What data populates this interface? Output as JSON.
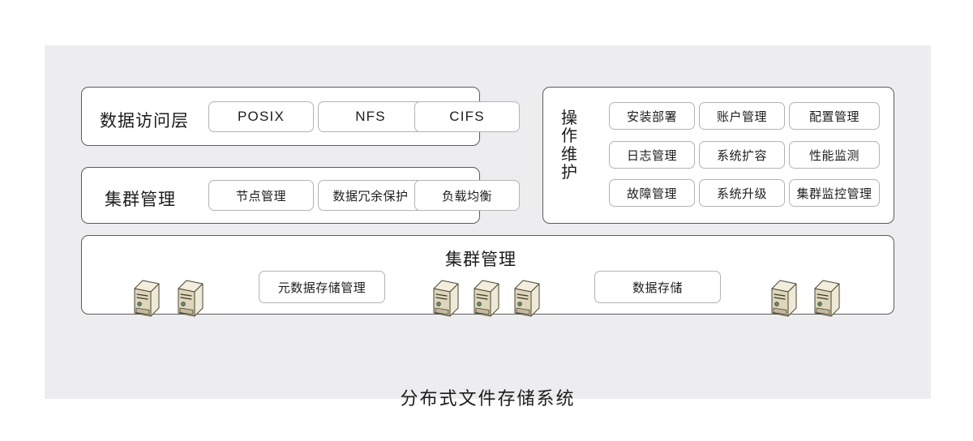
{
  "diagram": {
    "caption": "分布式文件存储系统",
    "canvas_bg": "#ededef",
    "panel_border": "#5c5c5c",
    "chip_border": "#b3b3b3",
    "text_color": "#1b1b1b"
  },
  "access_layer": {
    "label": "数据访问层",
    "chips": [
      {
        "label": "POSIX"
      },
      {
        "label": "NFS"
      },
      {
        "label": "CIFS"
      }
    ]
  },
  "cluster_mgmt": {
    "label": "集群管理",
    "chips": [
      {
        "label": "节点管理"
      },
      {
        "label": "数据冗余保护"
      },
      {
        "label": "负载均衡"
      }
    ]
  },
  "operations": {
    "label_chars": [
      "操",
      "作",
      "维",
      "护"
    ],
    "label": "操作维护",
    "chips": [
      {
        "label": "安装部署"
      },
      {
        "label": "账户管理"
      },
      {
        "label": "配置管理"
      },
      {
        "label": "日志管理"
      },
      {
        "label": "系统扩容"
      },
      {
        "label": "性能监测"
      },
      {
        "label": "故障管理"
      },
      {
        "label": "系统升级"
      },
      {
        "label": "集群监控管理"
      }
    ]
  },
  "storage_panel": {
    "title": "集群管理",
    "chips": [
      {
        "label": "元数据存储管理"
      },
      {
        "label": "数据存储"
      }
    ],
    "server_icon_name": "server-tower-icon",
    "server_groups": [
      {
        "name": "metadata-servers",
        "count": 2
      },
      {
        "name": "data-servers-middle",
        "count": 3
      },
      {
        "name": "data-servers-right",
        "count": 2
      }
    ],
    "server_colors": {
      "top_face": "#f2eddd",
      "front_face": "#ded5bb",
      "side_face": "#efe9d7",
      "outline": "#4a4632",
      "led": "#5c8d74"
    }
  }
}
